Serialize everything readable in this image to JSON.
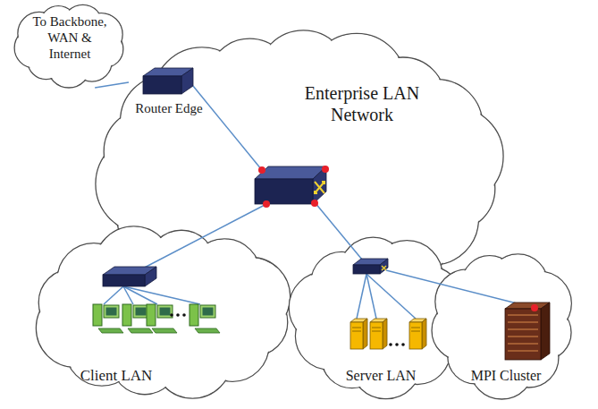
{
  "diagram": {
    "nodes": [
      {
        "text": [
          "To Backbone, WAN & Internet"
        ]
      },
      {
        "text": [
          "Enterprise LAN Network"
        ]
      },
      {
        "text": [
          "Router Edge"
        ],
        "in": 1
      },
      {
        "text": [
          "Client LAN"
        ]
      },
      {
        "text": [
          "Server LAN"
        ]
      },
      {
        "text": [
          "MPI Cluster"
        ]
      }
    ],
    "edges": [
      {
        "from": 0,
        "to": 2,
        "arrow": "none"
      }
    ]
  }
}
